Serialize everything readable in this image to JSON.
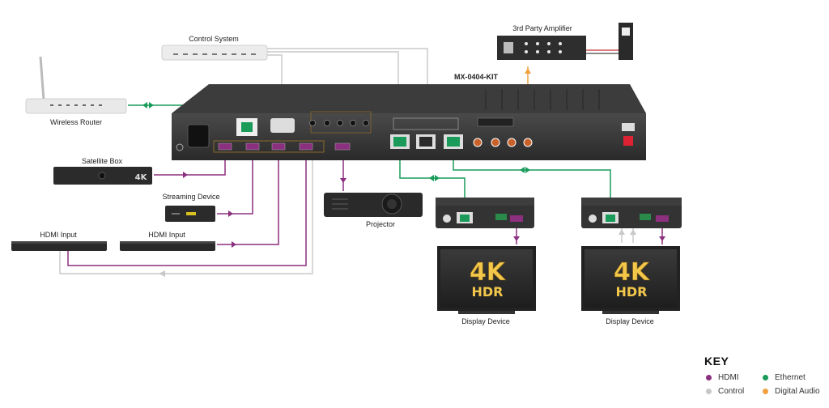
{
  "labels": {
    "control_system": "Control System",
    "wireless_router": "Wireless Router",
    "satellite_box": "Satellite Box",
    "satellite_badge": "4K",
    "streaming_device": "Streaming Device",
    "hdmi_input_1": "HDMI Input",
    "hdmi_input_2": "HDMI Input",
    "projector": "Projector",
    "amplifier": "3rd Party Amplifier",
    "matrix_model": "MX-0404-KIT",
    "display_1": "Display Device",
    "display_2": "Display Device",
    "screen_4k": "4K",
    "screen_hdr": "HDR"
  },
  "key": {
    "title": "KEY",
    "items": [
      {
        "label": "HDMI",
        "color": "#8B2F7F"
      },
      {
        "label": "Ethernet",
        "color": "#1A9B5A"
      },
      {
        "label": "Control",
        "color": "#C8C8C8"
      },
      {
        "label": "Digital Audio",
        "color": "#F0A040"
      }
    ]
  },
  "colors": {
    "hdmi": "#8B2F7F",
    "ethernet": "#1A9B5A",
    "control": "#C8C8C8",
    "audio": "#F0A040",
    "device": "#2E2E2E"
  }
}
